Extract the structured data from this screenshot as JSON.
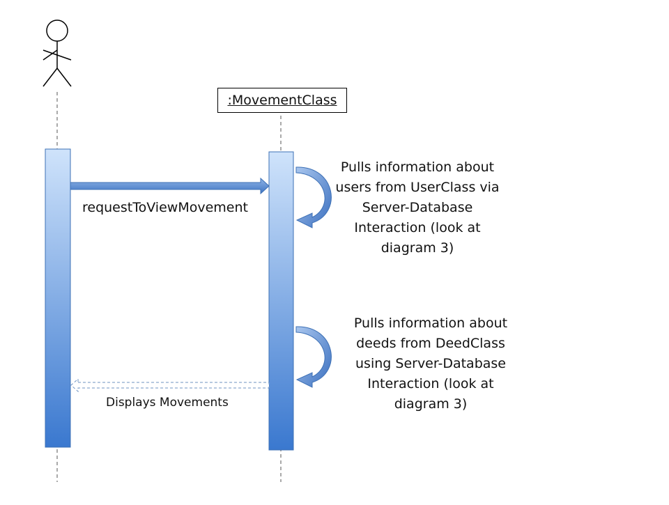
{
  "diagram": {
    "participants": [
      {
        "type": "actor",
        "label": ""
      },
      {
        "type": "object",
        "label": ":MovementClass"
      }
    ],
    "messages": [
      {
        "label": "requestToViewMovement",
        "kind": "synchronous",
        "from": "actor",
        "to": ":MovementClass"
      },
      {
        "label": "Displays Movements",
        "kind": "return",
        "from": ":MovementClass",
        "to": "actor"
      }
    ],
    "self_calls": [
      {
        "note_lines": [
          "Pulls information about",
          "users from UserClass via",
          "Server-Database",
          "Interaction (look at",
          "diagram 3)"
        ]
      },
      {
        "note_lines": [
          "Pulls information about",
          "deeds from DeedClass",
          "using Server-Database",
          "Interaction (look at",
          "diagram 3)"
        ]
      }
    ]
  },
  "colors": {
    "activation_top": "#cfe3fb",
    "activation_bottom": "#3a78cf",
    "activation_stroke": "#3d70b5",
    "arrow_fill": "#4f86d1",
    "return_arrow": "#6f93c2",
    "lifeline": "#555555"
  }
}
